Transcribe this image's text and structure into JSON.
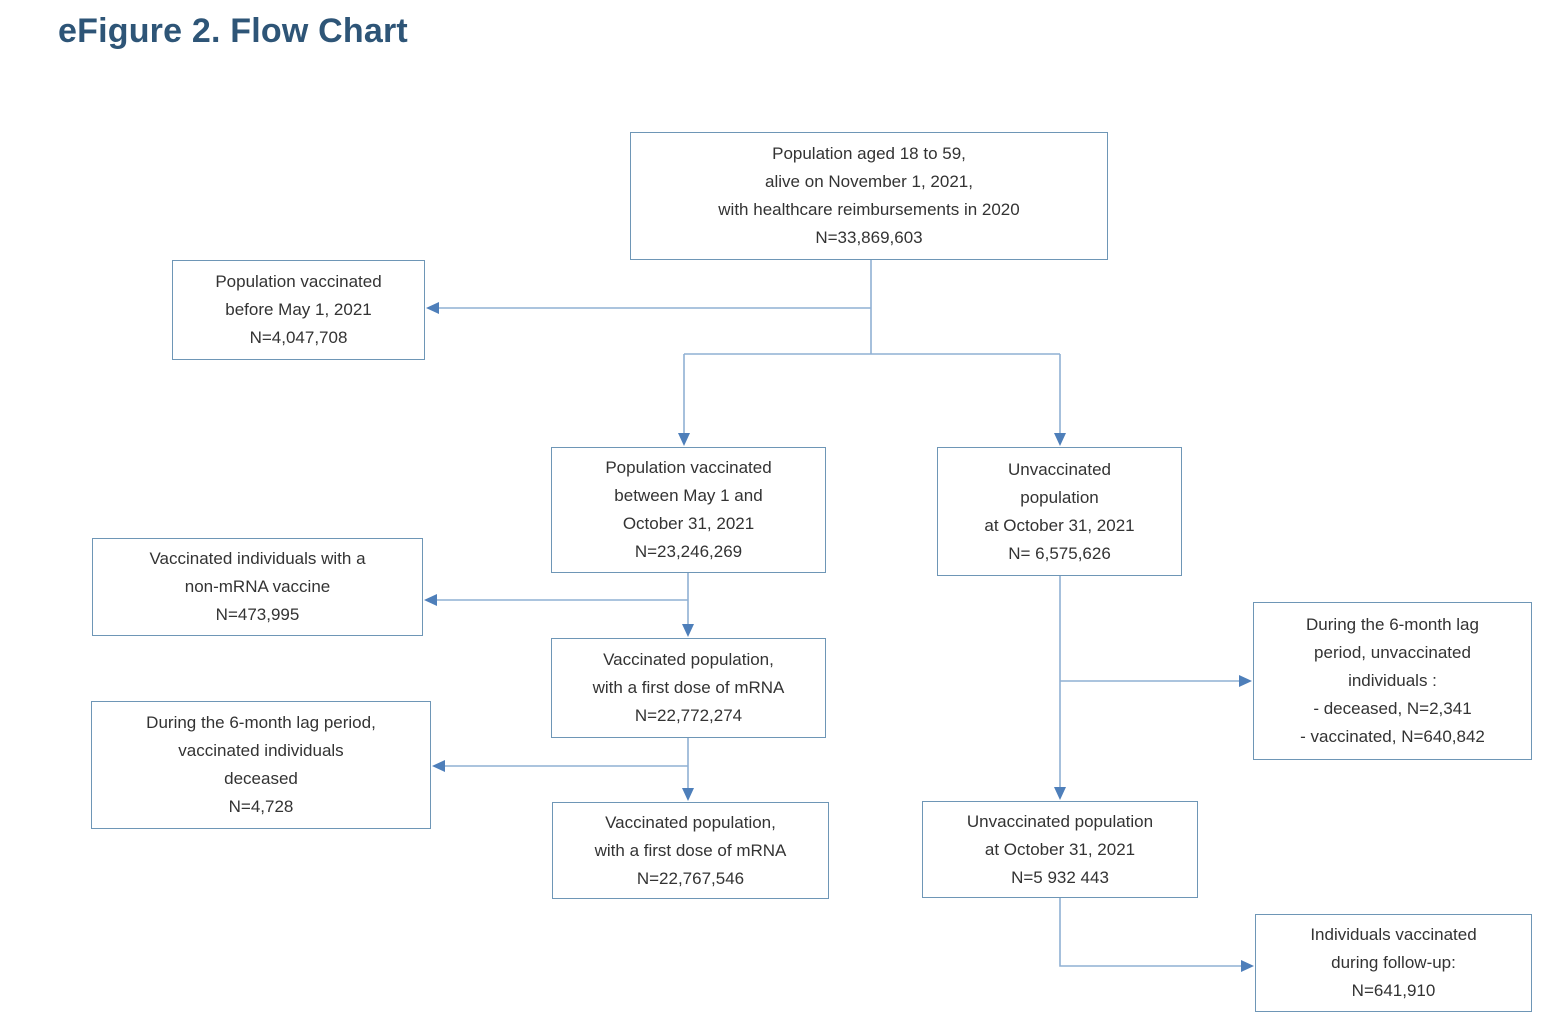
{
  "title": "eFigure 2. Flow Chart",
  "colors": {
    "title_text": "#2e5577",
    "box_border": "#6e96b6",
    "connector_line": "#8fb0d4",
    "arrowhead": "#4e7fba",
    "box_text": "#333333",
    "background": "#ffffff"
  },
  "boxes": {
    "total_population": {
      "lines": [
        "Population aged 18 to 59,",
        "alive on November 1, 2021,",
        "with healthcare reimbursements in 2020",
        "N=33,869,603"
      ]
    },
    "vaccinated_before_may": {
      "lines": [
        "Population vaccinated",
        "before May 1, 2021",
        "N=4,047,708"
      ]
    },
    "vaccinated_may_october": {
      "lines": [
        "Population vaccinated",
        "between May 1 and",
        "October 31, 2021",
        "N=23,246,269"
      ]
    },
    "unvaccinated_october": {
      "lines": [
        "Unvaccinated",
        "population",
        "at October 31, 2021",
        "N= 6,575,626"
      ]
    },
    "non_mrna_vaccine": {
      "lines": [
        "Vaccinated individuals with a",
        "non-mRNA vaccine",
        "N=473,995"
      ]
    },
    "first_dose_mrna": {
      "lines": [
        "Vaccinated population,",
        "with a first dose of mRNA",
        "N=22,772,274"
      ]
    },
    "lag_vaccinated_deceased": {
      "lines": [
        "During the 6-month lag period,",
        "vaccinated individuals",
        "deceased",
        "N=4,728"
      ]
    },
    "first_dose_mrna_final": {
      "lines": [
        "Vaccinated population,",
        "with a first dose of mRNA",
        "N=22,767,546"
      ]
    },
    "lag_unvaccinated": {
      "lines": [
        "During the 6-month lag",
        "period, unvaccinated",
        "individuals :",
        "- deceased, N=2,341",
        "- vaccinated, N=640,842"
      ]
    },
    "unvaccinated_final": {
      "lines": [
        "Unvaccinated population",
        "at October 31, 2021",
        "N=5 932 443"
      ]
    },
    "vaccinated_followup": {
      "lines": [
        "Individuals vaccinated",
        "during follow-up:",
        "N=641,910"
      ]
    }
  }
}
